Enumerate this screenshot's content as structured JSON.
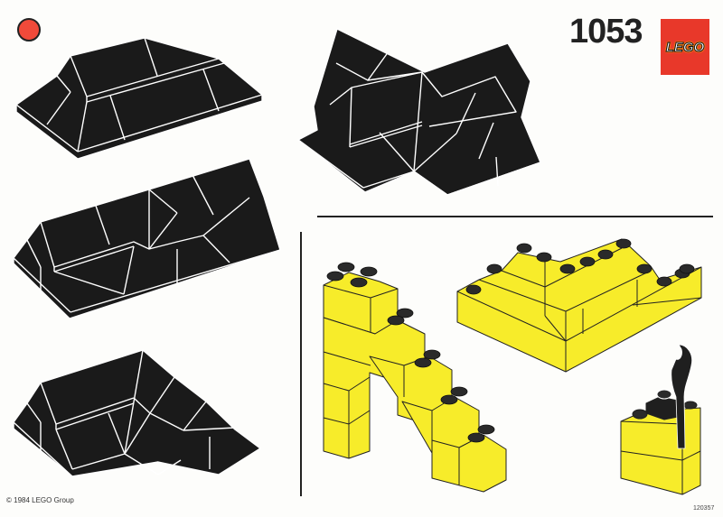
{
  "header": {
    "set_number": "1053",
    "logo_text": "LEGO",
    "marker_color": "#f04a3a"
  },
  "footer": {
    "copyright": "© 1984 LEGO Group",
    "part_number": "120357"
  },
  "colors": {
    "roof": "#1a1a1a",
    "brick": "#f7ec2a",
    "logo_bg": "#e8382a"
  },
  "models": {
    "roofs": [
      "roof-model-1",
      "roof-model-2",
      "roof-model-3",
      "roof-model-4"
    ],
    "bricks": [
      "brick-stairs-model",
      "brick-corner-wall-model",
      "brick-wrench-holder-model"
    ]
  }
}
